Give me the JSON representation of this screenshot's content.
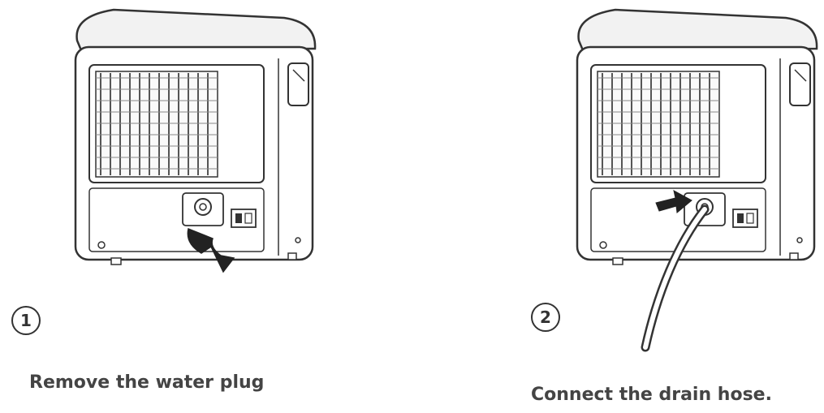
{
  "steps": [
    {
      "number": "1",
      "caption": "Remove the water plug",
      "icon": "dehumidifier-rear-plug-icon"
    },
    {
      "number": "2",
      "caption": "Connect the drain hose.",
      "icon": "dehumidifier-rear-hose-icon"
    }
  ],
  "colors": {
    "line": "#333333",
    "fill": "#ffffff",
    "shade": "#e8e8e8",
    "text": "#444444"
  }
}
